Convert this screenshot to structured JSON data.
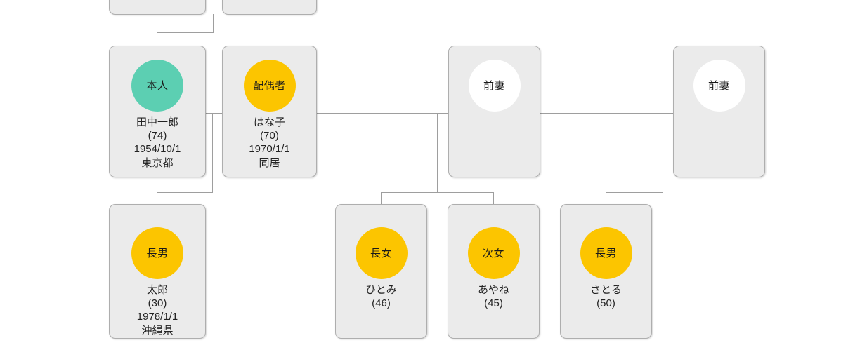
{
  "diagram": {
    "type": "family-tree",
    "title": "family-relationship-chart",
    "colors": {
      "self": "#5ccfb2",
      "relative": "#fcc500",
      "blank": "#ffffff",
      "card_bg": "#ebebeb",
      "card_border": "#aeaeae",
      "line": "#9e9e9e",
      "text": "#222222"
    }
  },
  "people": {
    "parent_left": {
      "id": "parent-left",
      "role_label": "",
      "name": "",
      "age": "",
      "birthdate": "",
      "note": ""
    },
    "parent_right": {
      "id": "parent-right",
      "role_label": "",
      "name": "",
      "age": "",
      "birthdate": "",
      "note": ""
    },
    "self": {
      "id": "self",
      "role_label": "本人",
      "name": "田中一郎",
      "age": "(74)",
      "birthdate": "1954/10/1",
      "note": "東京都",
      "circle_color": "#5ccfb2"
    },
    "spouse": {
      "id": "spouse",
      "role_label": "配偶者",
      "name": "はな子",
      "age": "(70)",
      "birthdate": "1970/1/1",
      "note": "同居",
      "circle_color": "#fcc500"
    },
    "ex_wife_1": {
      "id": "ex-wife-1",
      "role_label": "前妻",
      "name": "",
      "age": "",
      "birthdate": "",
      "note": "",
      "circle_color": "#ffffff"
    },
    "ex_wife_2": {
      "id": "ex-wife-2",
      "role_label": "前妻",
      "name": "",
      "age": "",
      "birthdate": "",
      "note": "",
      "circle_color": "#ffffff"
    },
    "eldest_son": {
      "id": "eldest-son",
      "role_label": "長男",
      "name": "太郎",
      "age": "(30)",
      "birthdate": "1978/1/1",
      "note": "沖縄県",
      "circle_color": "#fcc500"
    },
    "eldest_daughter": {
      "id": "eldest-daughter",
      "role_label": "長女",
      "name": "ひとみ",
      "age": "(46)",
      "birthdate": "",
      "note": "",
      "circle_color": "#fcc500"
    },
    "second_daughter": {
      "id": "second-daughter",
      "role_label": "次女",
      "name": "あやね",
      "age": "(45)",
      "birthdate": "",
      "note": "",
      "circle_color": "#fcc500"
    },
    "other_son": {
      "id": "other-son",
      "role_label": "長男",
      "name": "さとる",
      "age": "(50)",
      "birthdate": "",
      "note": "",
      "circle_color": "#fcc500"
    }
  }
}
